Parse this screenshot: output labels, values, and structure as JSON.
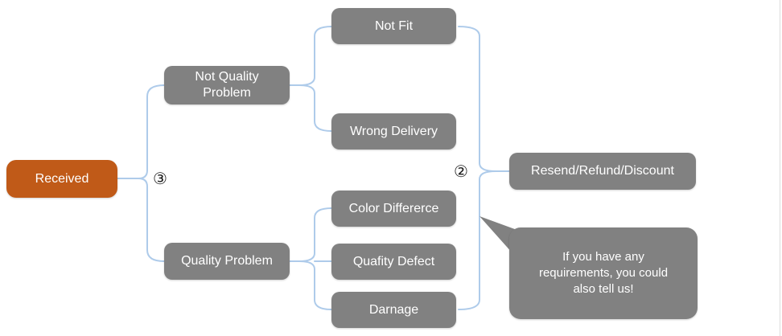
{
  "colors": {
    "background": "#ffffff",
    "root_fill": "#c05a18",
    "node_fill": "#818181",
    "node_text": "#ffffff",
    "connector": "#aecbea",
    "annotation_text": "#1a1a1a",
    "page_edge": "#dcdcdc"
  },
  "diagram": {
    "root": {
      "label": "Received"
    },
    "level1": [
      {
        "label": "Not Quality Problem",
        "children": [
          "Not Fit",
          "Wrong Delivery"
        ]
      },
      {
        "label": "Quality Problem",
        "children": [
          "Color Differerce",
          "Quafity Defect",
          "Darnage"
        ]
      }
    ],
    "level2": [
      {
        "label": "Not Fit",
        "parent": "Not Quality Problem"
      },
      {
        "label": "Wrong Delivery",
        "parent": "Not Quality Problem"
      },
      {
        "label": "Color Differerce",
        "parent": "Quality Problem"
      },
      {
        "label": "Quafity Defect",
        "parent": "Quality Problem"
      },
      {
        "label": "Darnage",
        "parent": "Quality Problem"
      }
    ],
    "outcome": {
      "label": "Resend/Refund/Discount"
    },
    "callout": {
      "label": "If you have any requirements, you could also tell us!"
    },
    "annotations": [
      {
        "label": "③"
      },
      {
        "label": "②"
      }
    ]
  }
}
